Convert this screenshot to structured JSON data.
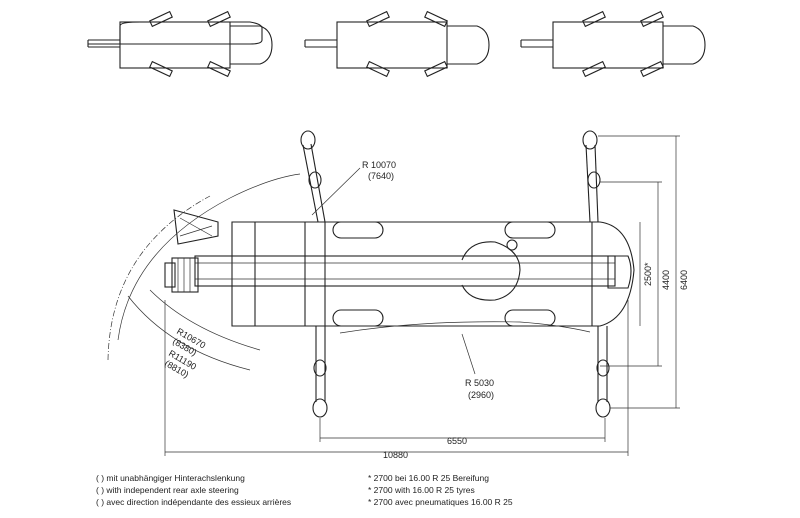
{
  "dimensions": {
    "r_10070": "R 10070",
    "r_7640": "(7640)",
    "r_10670": "R10670",
    "r_8380": "(8380)",
    "r_11190": "R11190",
    "r_8810": "(8810)",
    "r_5030": "R 5030",
    "r_2960": "(2960)",
    "len_6550": "6550",
    "len_10880": "10880",
    "w_2500": "2500*",
    "w_4400": "4400",
    "w_6400": "6400"
  },
  "notes_left": [
    "(  )  mit unabhängiger Hinterachslenkung",
    "(  )  with independent rear axle steering",
    "(  )  avec direction indépendante des essieux arrières"
  ],
  "notes_right": [
    "* 2700 bei 16.00 R 25 Bereifung",
    "* 2700  with 16.00 R 25 tyres",
    "* 2700 avec pneumatiques 16.00 R 25"
  ]
}
